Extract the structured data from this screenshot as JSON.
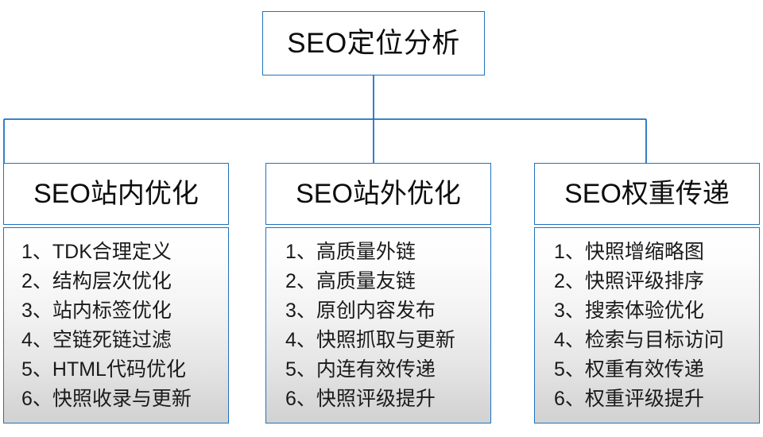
{
  "diagram": {
    "title": "SEO定位分析",
    "accent_color": "#1f72c0",
    "text_color": "#0d0d0d",
    "branches": [
      {
        "header": "SEO站内优化",
        "items": [
          "1、TDK合理定义",
          "2、结构层次优化",
          "3、站内标签优化",
          "4、空链死链过滤",
          "5、HTML代码优化",
          "6、快照收录与更新"
        ]
      },
      {
        "header": "SEO站外优化",
        "items": [
          "1、高质量外链",
          "2、高质量友链",
          "3、原创内容发布",
          "4、快照抓取与更新",
          "5、内连有效传递",
          "6、快照评级提升"
        ]
      },
      {
        "header": "SEO权重传递",
        "items": [
          "1、快照增缩略图",
          "2、快照评级排序",
          "3、搜索体验优化",
          "4、检索与目标访问",
          "5、权重有效传递",
          "6、权重评级提升"
        ]
      }
    ]
  }
}
